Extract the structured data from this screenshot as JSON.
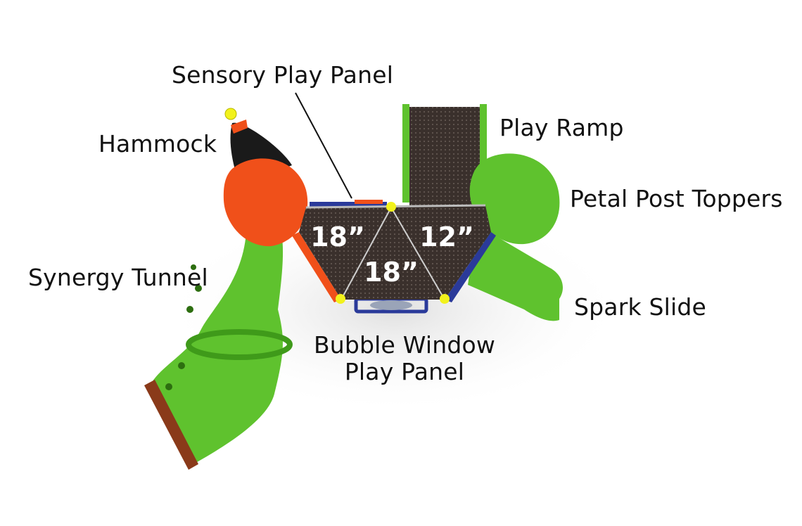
{
  "labels": {
    "sensory_play_panel": "Sensory Play Panel",
    "hammock": "Hammock",
    "play_ramp": "Play Ramp",
    "petal_post_toppers": "Petal Post Toppers",
    "synergy_tunnel": "Synergy Tunnel",
    "spark_slide": "Spark Slide",
    "bubble_window_line1": "Bubble Window",
    "bubble_window_line2": "Play Panel"
  },
  "deck_heights": {
    "left_deck": "18”",
    "right_deck": "12”",
    "bottom_deck": "18”"
  },
  "colors": {
    "green": "#5fc22e",
    "orange": "#f0501a",
    "deck": "#3a302c",
    "yellow": "#f2f21c",
    "blue": "#2a3a9a"
  }
}
